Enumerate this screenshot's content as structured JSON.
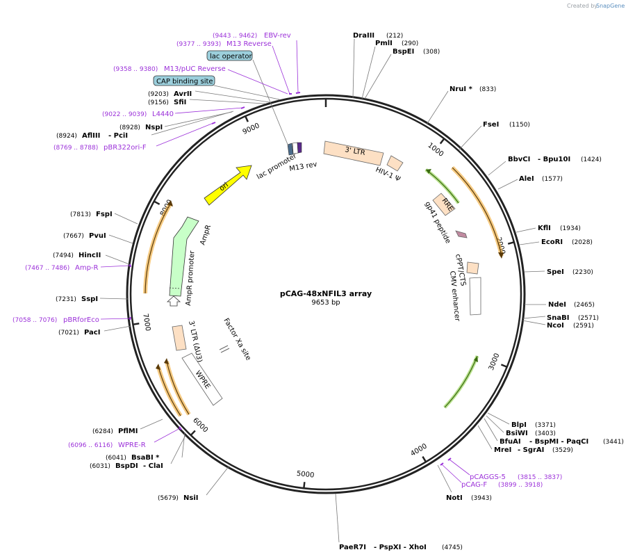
{
  "watermark": {
    "prefix": "Created by",
    "brand": "SnapGene"
  },
  "plasmid": {
    "name": "pCAG-48xNFIL3 array",
    "length_label": "9653 bp",
    "length": 9653
  },
  "ticks": [
    {
      "bp": 1000,
      "label": "1000"
    },
    {
      "bp": 2000,
      "label": "2000"
    },
    {
      "bp": 3000,
      "label": "3000"
    },
    {
      "bp": 4000,
      "label": "4000"
    },
    {
      "bp": 5000,
      "label": "5000"
    },
    {
      "bp": 6000,
      "label": "6000"
    },
    {
      "bp": 7000,
      "label": "7000"
    },
    {
      "bp": 8000,
      "label": "8000"
    },
    {
      "bp": 9000,
      "label": "9000"
    }
  ],
  "sites": [
    {
      "id": "draiii",
      "name": "DraIII",
      "pos": "(212)",
      "bp": 212
    },
    {
      "id": "pmli",
      "name": "PmlI",
      "pos": "(290)",
      "bp": 290
    },
    {
      "id": "bspei",
      "name": "BspEI",
      "pos": "(308)",
      "bp": 308
    },
    {
      "id": "nrui",
      "name": "NruI *",
      "pos": "(833)",
      "bp": 833
    },
    {
      "id": "fsei",
      "name": "FseI",
      "pos": "(1150)",
      "bp": 1150
    },
    {
      "id": "bbvci",
      "name": "BbvCI",
      "extra": "- Bpu10I",
      "pos": "(1424)",
      "bp": 1424
    },
    {
      "id": "alei",
      "name": "AleI",
      "pos": "(1577)",
      "bp": 1577
    },
    {
      "id": "kfli",
      "name": "KflI",
      "pos": "(1934)",
      "bp": 1934
    },
    {
      "id": "ecori",
      "name": "EcoRI",
      "pos": "(2028)",
      "bp": 2028
    },
    {
      "id": "spei",
      "name": "SpeI",
      "pos": "(2230)",
      "bp": 2230
    },
    {
      "id": "ndei",
      "name": "NdeI",
      "pos": "(2465)",
      "bp": 2465
    },
    {
      "id": "snabi",
      "name": "SnaBI",
      "pos": "(2571)",
      "bp": 2571
    },
    {
      "id": "ncoi",
      "name": "NcoI",
      "pos": "(2591)",
      "bp": 2591
    },
    {
      "id": "blpi",
      "name": "BlpI",
      "pos": "(3371)",
      "bp": 3371
    },
    {
      "id": "bsiwi",
      "name": "BsiWI",
      "pos": "(3403)",
      "bp": 3403
    },
    {
      "id": "bfuai",
      "name": "BfuAI",
      "extra": "- BspMI   - PaqCI",
      "pos": "(3441)",
      "bp": 3441
    },
    {
      "id": "mrei",
      "name": "MreI",
      "extra": "- SgrAI",
      "pos": "(3529)",
      "bp": 3529
    },
    {
      "id": "noti",
      "name": "NotI",
      "pos": "(3943)",
      "bp": 3943
    },
    {
      "id": "paer7i",
      "name": "PaeR7I",
      "extra": "- PspXI   - XhoI",
      "pos": "(4745)",
      "bp": 4745
    },
    {
      "id": "nsii",
      "name": "NsiI",
      "pos": "(5679)",
      "bp": 5679
    },
    {
      "id": "bspdi",
      "name": "BspDI",
      "extra": "- ClaI",
      "pos": "(6031)",
      "bp": 6031
    },
    {
      "id": "bsabi",
      "name": "BsaBI *",
      "pos": "(6041)",
      "bp": 6041
    },
    {
      "id": "pflmi",
      "name": "PflMI",
      "pos": "(6284)",
      "bp": 6284
    },
    {
      "id": "paci",
      "name": "PacI",
      "pos": "(7021)",
      "bp": 7021
    },
    {
      "id": "sspi",
      "name": "SspI",
      "pos": "(7231)",
      "bp": 7231
    },
    {
      "id": "hincii",
      "name": "HincII",
      "pos": "(7494)",
      "bp": 7494
    },
    {
      "id": "pvui",
      "name": "PvuI",
      "pos": "(7667)",
      "bp": 7667
    },
    {
      "id": "fspi",
      "name": "FspI",
      "pos": "(7813)",
      "bp": 7813
    },
    {
      "id": "afliii",
      "name": "AflIII",
      "extra": "- PciI",
      "pos": "(8924)",
      "bp": 8924
    },
    {
      "id": "nspi",
      "name": "NspI",
      "pos": "(8928)",
      "bp": 8928
    },
    {
      "id": "sfii",
      "name": "SfiI",
      "pos": "(9156)",
      "bp": 9156
    },
    {
      "id": "avrii",
      "name": "AvrII",
      "pos": "(9203)",
      "bp": 9203
    }
  ],
  "primers": [
    {
      "id": "ebv-rev",
      "name": "EBV-rev",
      "pos": "(9443 .. 9462)",
      "bp": 9452
    },
    {
      "id": "m13-reverse",
      "name": "M13 Reverse",
      "pos": "(9377 .. 9393)",
      "bp": 9385
    },
    {
      "id": "m13-puc-reverse",
      "name": "M13/pUC Reverse",
      "pos": "(9358 .. 9380)",
      "bp": 9369
    },
    {
      "id": "l4440",
      "name": "L4440",
      "pos": "(9022 .. 9039)",
      "bp": 9030
    },
    {
      "id": "pbr322ori-f",
      "name": "pBR322ori-F",
      "pos": "(8769 .. 8788)",
      "bp": 8778
    },
    {
      "id": "amp-r",
      "name": "Amp-R",
      "pos": "(7467 .. 7486)",
      "bp": 7476
    },
    {
      "id": "pbrforeco",
      "name": "pBRforEco",
      "pos": "(7058 .. 7076)",
      "bp": 7067
    },
    {
      "id": "wpre-r",
      "name": "WPRE-R",
      "pos": "(6096 .. 6116)",
      "bp": 6106
    },
    {
      "id": "pcaggs-5",
      "name": "pCAGGS-5",
      "pos": "(3815 .. 3837)",
      "bp": 3826
    },
    {
      "id": "pcag-f",
      "name": "pCAG-F",
      "pos": "(3899 .. 3918)",
      "bp": 3908
    }
  ],
  "badges": [
    {
      "id": "lac-operator",
      "label": "lac operator",
      "bp": 9409
    },
    {
      "id": "cap-binding-site",
      "label": "CAP binding site",
      "bp": 9330
    }
  ],
  "features": {
    "ltr3": "3' LTR",
    "hiv1psi": "HIV-1 Ψ",
    "rre": "RRE",
    "gp41": "gp41 peptide",
    "cppt": "cPPT/CTS",
    "cmv": "CMV enhancer",
    "lacpromoter": "lac promoter",
    "m13rev": "M13 rev",
    "ori": "ori",
    "ampr": "AmpR",
    "amppromoter": "AmpR promoter",
    "ltr3du3": "3' LTR (ΔU3)",
    "factorxa": "Factor Xa site",
    "wpre": "WPRE"
  },
  "colors": {
    "backbone": "#222222",
    "primer": "#9b30d9",
    "orange_arc": "#f0a830",
    "green_arc": "#7fc832",
    "ori": "#ffff00",
    "ampr": "#c8ffc8",
    "ltr": "#fde0c4",
    "badge": "#9ccfdc",
    "gp41": "#c08aa0"
  }
}
